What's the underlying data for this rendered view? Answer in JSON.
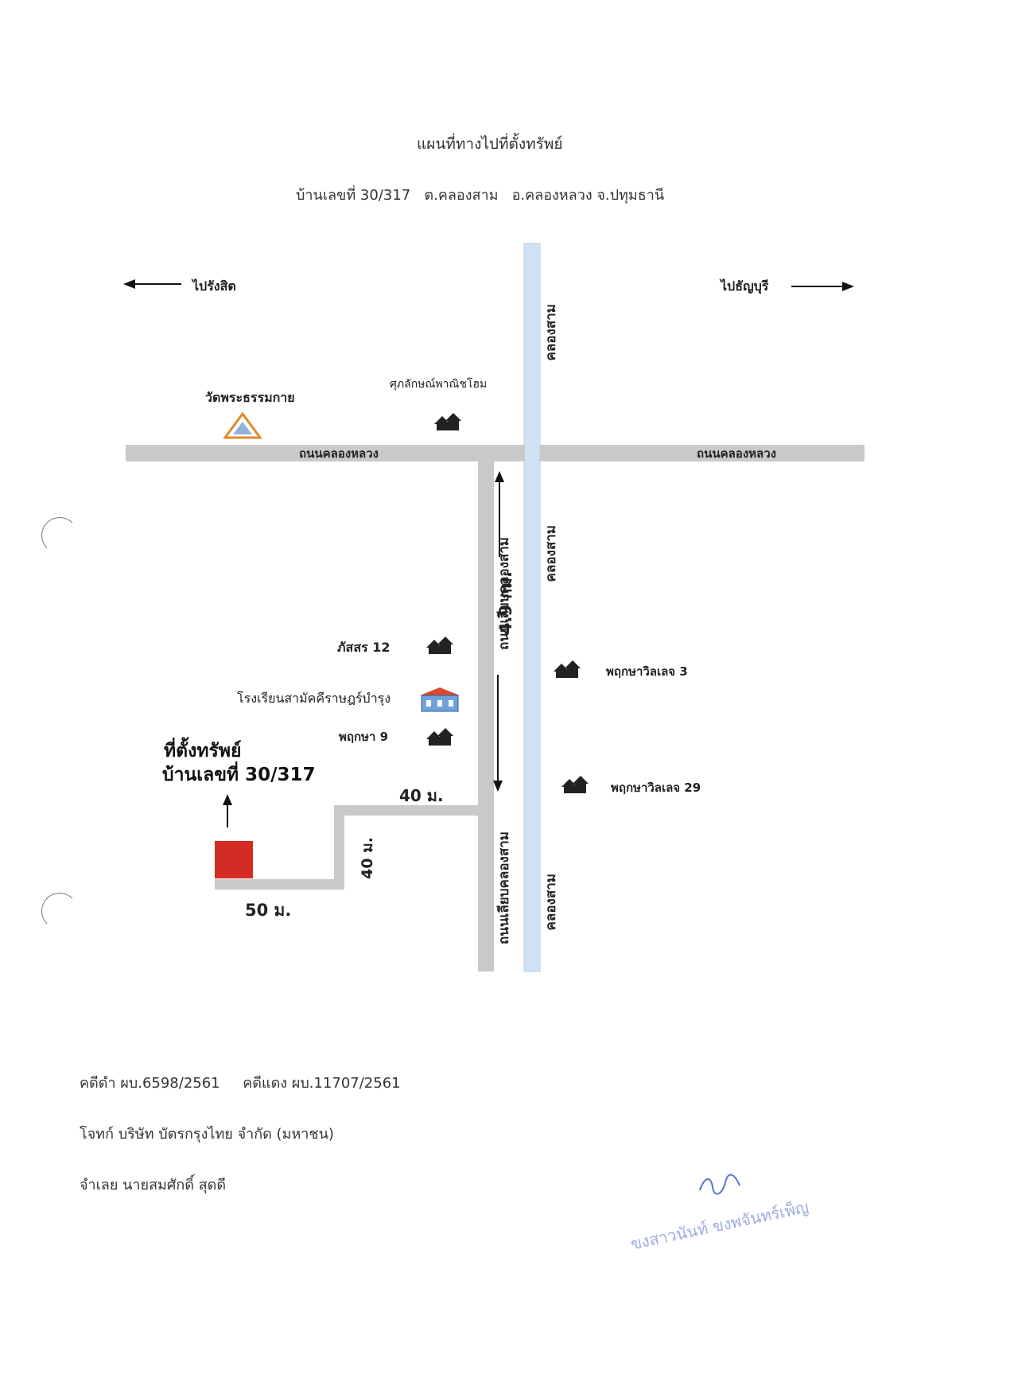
{
  "header": {
    "title": "แผนที่ทางไปที่ตั้งทรัพย์",
    "address_line": "บ้านเลขที่ 30/317   ต.คลองสาม   อ.คลองหลวง จ.ปทุมธานี"
  },
  "directions": {
    "left": "ไปรังสิต",
    "right": "ไปธัญบุรี"
  },
  "roads": {
    "main_road_left": "ถนนคลองหลวง",
    "main_road_right": "ถนนคลองหลวง",
    "side_road_upper": "ถนนเลียบคลองสาม",
    "side_road_lower": "ถนนเลียบคลองสาม",
    "canal_top": "คลองสาม",
    "canal_mid": "คลองสาม",
    "canal_bottom": "คลองสาม"
  },
  "distances": {
    "main_km": "4.9 กม.",
    "seg_40_horizontal": "40 ม.",
    "seg_40_vertical": "40 ม.",
    "seg_50": "50 ม."
  },
  "landmarks": {
    "temple": "วัดพระธรรมกาย",
    "village_top": "ศุภลักษณ์พาณิชโฮม",
    "village_pasasorn": "ภัสสร 12",
    "school": "โรงเรียนสามัคคีราษฎร์บำรุง",
    "village_pruksa9": "พฤกษา 9",
    "village_pruksa_ville3": "พฤกษาวิลเลจ 3",
    "village_pruksa_ville29": "พฤกษาวิลเลจ 29"
  },
  "property": {
    "label_line1": "ที่ตั้งทรัพย์",
    "label_line2": "บ้านเลขที่ 30/317"
  },
  "case_info": {
    "case_numbers": "คดีดำ ผบ.6598/2561     คดีแดง ผบ.11707/2561",
    "plaintiff": "โจทก์ บริษัท บัตรกรุงไทย จำกัด (มหาชน)",
    "defendant": "จำเลย นายสมศักดิ์  สุดดี"
  },
  "colors": {
    "road": "#c9c9c9",
    "canal": "#cfe3f5",
    "property": "#d32c24",
    "stamp": "#7d8fd8"
  },
  "icons": {
    "house_icon": "village-house-icon",
    "temple_icon": "temple-icon",
    "school_icon": "school-icon"
  }
}
